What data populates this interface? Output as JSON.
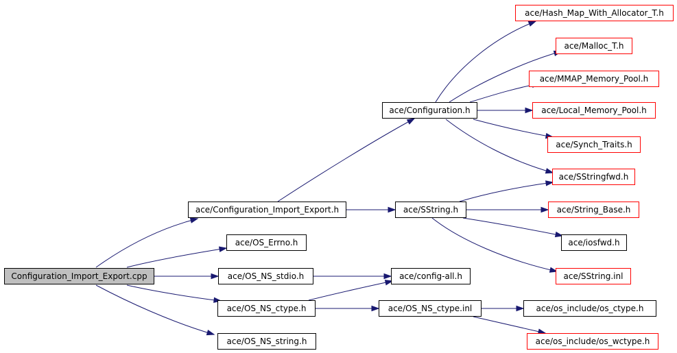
{
  "colors": {
    "edge": "#191970",
    "root_fill": "#bfbfbf",
    "border": "#000000",
    "truncated_border": "#ff0000"
  },
  "nodes": {
    "root": "Configuration_Import_Export.cpp",
    "cie_h": "ace/Configuration_Import_Export.h",
    "errno": "ace/OS_Errno.h",
    "stdio": "ace/OS_NS_stdio.h",
    "ctype": "ace/OS_NS_ctype.h",
    "string": "ace/OS_NS_string.h",
    "configuration": "ace/Configuration.h",
    "sstring": "ace/SString.h",
    "config_all": "ace/config-all.h",
    "ctype_inl": "ace/OS_NS_ctype.inl",
    "hashmap": "ace/Hash_Map_With_Allocator_T.h",
    "malloc": "ace/Malloc_T.h",
    "mmap": "ace/MMAP_Memory_Pool.h",
    "local_pool": "ace/Local_Memory_Pool.h",
    "synch": "ace/Synch_Traits.h",
    "sstringfwd": "ace/SStringfwd.h",
    "string_base": "ace/String_Base.h",
    "iosfwd": "ace/iosfwd.h",
    "sstring_inl": "ace/SString.inl",
    "os_ctype": "ace/os_include/os_ctype.h",
    "os_wctype": "ace/os_include/os_wctype.h"
  }
}
